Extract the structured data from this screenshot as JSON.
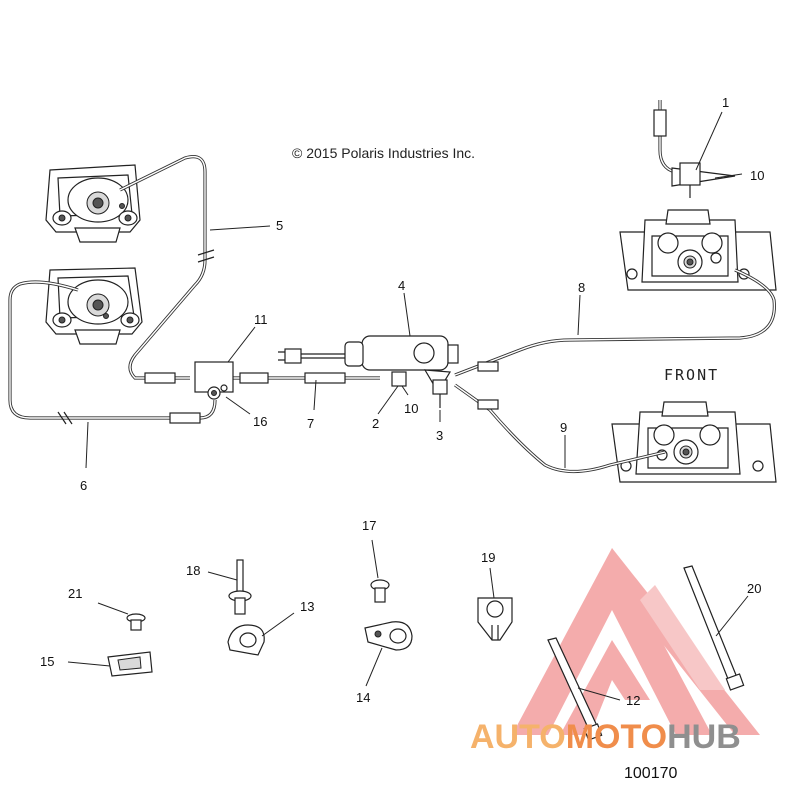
{
  "diagram": {
    "copyright": "© 2015 Polaris Industries Inc.",
    "front_label": "FRONT",
    "figure_number": "100170",
    "callouts": [
      "1",
      "10",
      "5",
      "4",
      "8",
      "11",
      "10",
      "16",
      "7",
      "2",
      "3",
      "6",
      "9",
      "17",
      "18",
      "19",
      "21",
      "13",
      "20",
      "15",
      "14",
      "12"
    ]
  },
  "watermark": {
    "part1": "AUTO",
    "part2": "MOTO",
    "part3": "HUB",
    "colors": {
      "auto": "#f5b26b",
      "moto": "#f08d4b",
      "hub": "#8f8f8f",
      "triangle": "#ec6a6a"
    }
  }
}
